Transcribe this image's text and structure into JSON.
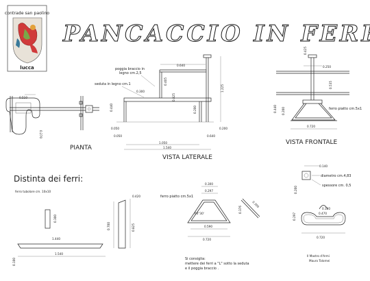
{
  "badge": {
    "top": "contrade san paolino",
    "bottom": "lucca"
  },
  "title": "PANCACCIO IN FERRO",
  "views": {
    "pianta": "PIANTA",
    "laterale": "VISTA  LATERALE",
    "frontale": "VISTA  FRONTALE"
  },
  "side_notes": {
    "poggia": "poggia braccio in",
    "poggia2": "legno cm.2,5",
    "seduta": "seduta in legno cm.1",
    "ferro_piatto": "ferro piatto cm.5x1"
  },
  "dims": {
    "d0640": "0.640",
    "d0300": "0.300",
    "d0405": "0.405",
    "d0825": "0.825",
    "d1225": "1.225",
    "d0200": "0.200",
    "d0440": "0.440",
    "d0050": "0.050",
    "d1050": "1.050",
    "d0050b": "0.050",
    "d1540": "1.540",
    "d0640b": "0.640",
    "p0510": "0.510",
    "p0270": "0.270",
    "f0250": "0.250",
    "f0535": "0.535",
    "f0440": "0.440",
    "f0200": "0.200",
    "f0720": "0.720",
    "f0425": "0.425"
  },
  "distinta": {
    "heading": "Distinta  dei  ferri:",
    "tubolare": "ferro tubolare cm. 10x10",
    "t0300": "0.300",
    "t1440": "1.440",
    "t1540": "1.540",
    "t0100": "0.100",
    "t0420": "0.420",
    "t0700": "0.700",
    "t0825": "0.825",
    "piatto": "ferro piatto cm.5x1",
    "p0300": "0.300",
    "p0297": "0.297",
    "p0376": "0.376",
    "p0590": "0.590",
    "p0720": "0.720",
    "p0300b": "0.300",
    "angle": "64°30'",
    "consiglio1": "Si consiglia:",
    "consiglio2": "mettere dei ferri a \"L\" sotto la seduta",
    "consiglio3": "e il poggia braccio ."
  },
  "detail": {
    "d0140": "0.140",
    "diametro": "diametro cm.4,83",
    "spessore": "spessore cm. 0,5",
    "d0200": "0.200",
    "d0100": "0.100",
    "d0470": "0.470",
    "d0720": "0.720",
    "d0297": "0.297"
  },
  "signature": {
    "line1": "Il Mastro d'Armi",
    "line2": "Mauro Tolomei"
  }
}
